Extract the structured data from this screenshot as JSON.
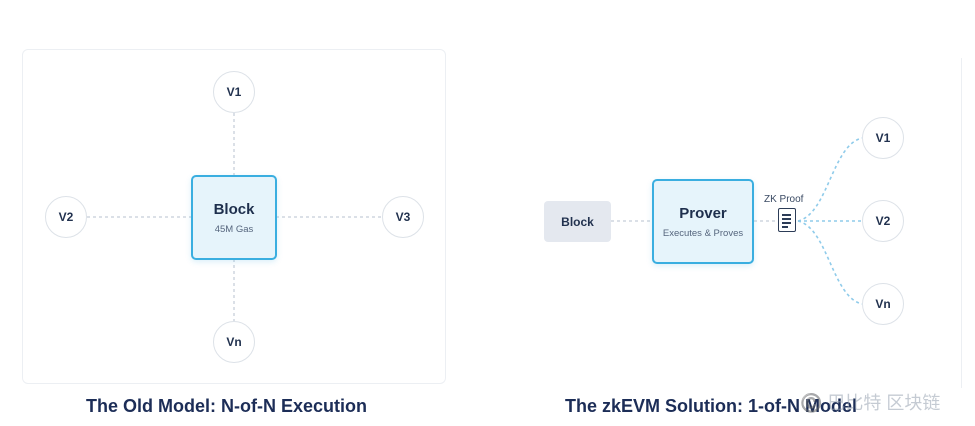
{
  "left_diagram": {
    "block": {
      "title": "Block",
      "subtitle": "45M Gas"
    },
    "validators": [
      "V1",
      "V2",
      "V3",
      "Vn"
    ],
    "caption": "The Old Model: N-of-N Execution"
  },
  "right_diagram": {
    "input_block": "Block",
    "prover": {
      "title": "Prover",
      "subtitle": "Executes & Proves"
    },
    "proof_label": "ZK Proof",
    "proof_icon": "document-icon",
    "validators": [
      "V1",
      "V2",
      "Vn"
    ],
    "caption": "The zkEVM Solution: 1-of-N Model"
  },
  "watermark": "©️ 巴比特 区块链",
  "colors": {
    "accent": "#3aaee0",
    "block_fill": "#e6f4fb",
    "caption_text": "#1c2d57",
    "connector_gray": "#cfd6df",
    "connector_blue": "#8fcbea"
  }
}
